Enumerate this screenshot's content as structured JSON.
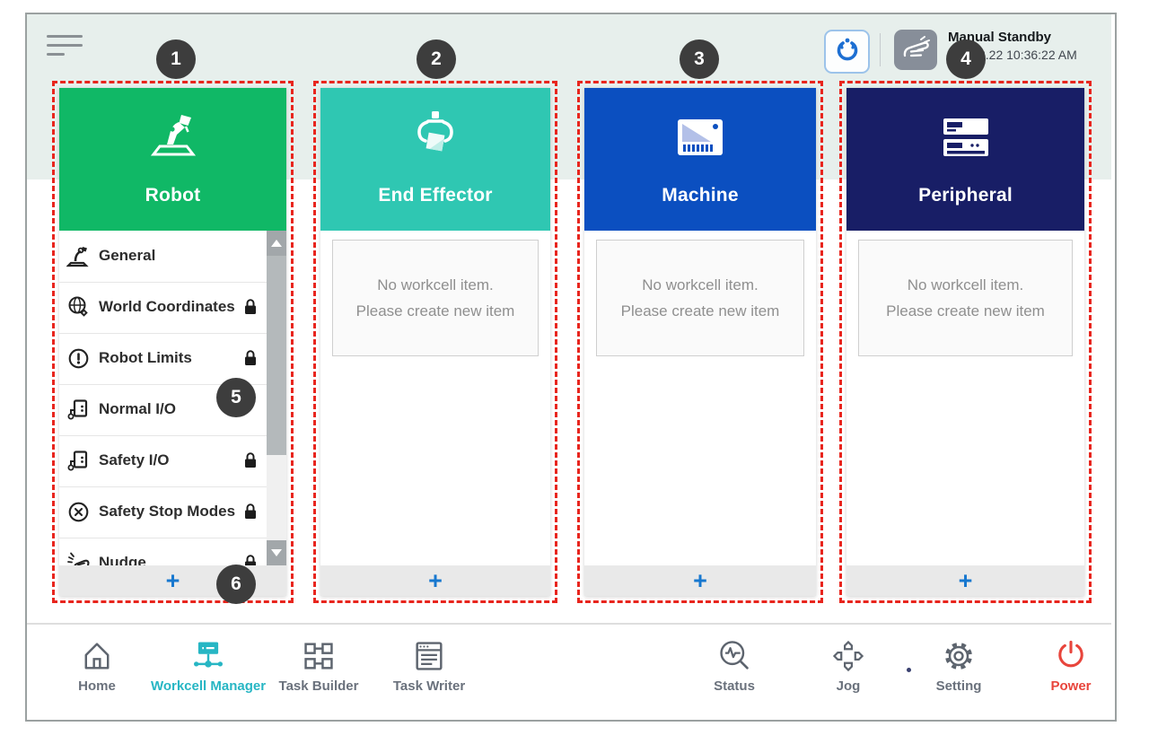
{
  "colors": {
    "robot_green": "#10b866",
    "end_effector_teal": "#2fc7b2",
    "machine_blue": "#0b4fc0",
    "peripheral_navy": "#181e66",
    "annotation_red": "#e8251d",
    "nav_active_teal": "#27b6c4",
    "power_red": "#e8453c",
    "add_button_blue": "#1878cf"
  },
  "header": {
    "status_title": "Manual Standby",
    "status_time": "2.22 10:36:22 AM"
  },
  "callouts": [
    "1",
    "2",
    "3",
    "4",
    "5",
    "6"
  ],
  "columns": [
    {
      "title": "Robot",
      "add_label": "+",
      "items": [
        {
          "label": "General",
          "icon": "robot-arm-icon",
          "locked": false
        },
        {
          "label": "World Coordinates",
          "icon": "world-coordinates-icon",
          "locked": true
        },
        {
          "label": "Robot Limits",
          "icon": "robot-limits-icon",
          "locked": true
        },
        {
          "label": "Normal I/O",
          "icon": "io-icon",
          "locked": false
        },
        {
          "label": "Safety I/O",
          "icon": "io-icon",
          "locked": true
        },
        {
          "label": "Safety Stop Modes",
          "icon": "stop-modes-icon",
          "locked": true
        },
        {
          "label": "Nudge",
          "icon": "nudge-icon",
          "locked": true
        }
      ]
    },
    {
      "title": "End Effector",
      "empty_line1": "No workcell item.",
      "empty_line2": "Please create new item",
      "add_label": "+"
    },
    {
      "title": "Machine",
      "empty_line1": "No workcell item.",
      "empty_line2": "Please create new item",
      "add_label": "+"
    },
    {
      "title": "Peripheral",
      "empty_line1": "No workcell item.",
      "empty_line2": "Please create new item",
      "add_label": "+"
    }
  ],
  "nav": {
    "items": [
      {
        "label": "Home",
        "icon": "home-icon",
        "active": false
      },
      {
        "label": "Workcell Manager",
        "icon": "workcell-manager-icon",
        "active": true
      },
      {
        "label": "Task Builder",
        "icon": "task-builder-icon",
        "active": false
      },
      {
        "label": "Task Writer",
        "icon": "task-writer-icon",
        "active": false
      },
      {
        "label": "Status",
        "icon": "status-icon",
        "active": false
      },
      {
        "label": "Jog",
        "icon": "jog-icon",
        "active": false
      },
      {
        "label": "Setting",
        "icon": "setting-icon",
        "active": false
      },
      {
        "label": "Power",
        "icon": "power-icon",
        "active": false
      }
    ]
  }
}
